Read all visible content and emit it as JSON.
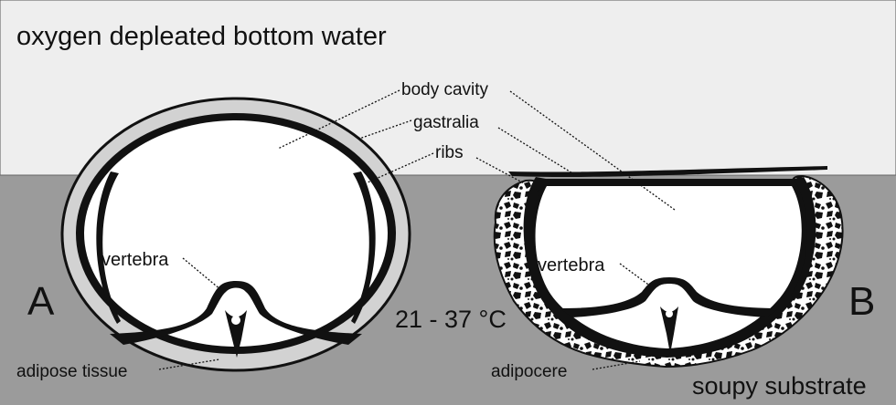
{
  "labels": {
    "water": "oxygen depleated bottom water",
    "body_cavity": "body cavity",
    "gastralia": "gastralia",
    "ribs": "ribs",
    "vertebra_a": "vertebra",
    "vertebra_b": "vertebra",
    "panel_a": "A",
    "panel_b": "B",
    "temperature": "21 - 37 °C",
    "adipose_tissue": "adipose tissue",
    "adipocere": "adipocere",
    "substrate": "soupy substrate"
  },
  "colors": {
    "water": "#eeeeee",
    "substrate": "#9b9b9b",
    "outline": "#111111",
    "cavity": "#ffffff",
    "adipose": "#d2d2d2",
    "adipocere_dark": "#111111",
    "adipocere_light": "#ffffff"
  }
}
